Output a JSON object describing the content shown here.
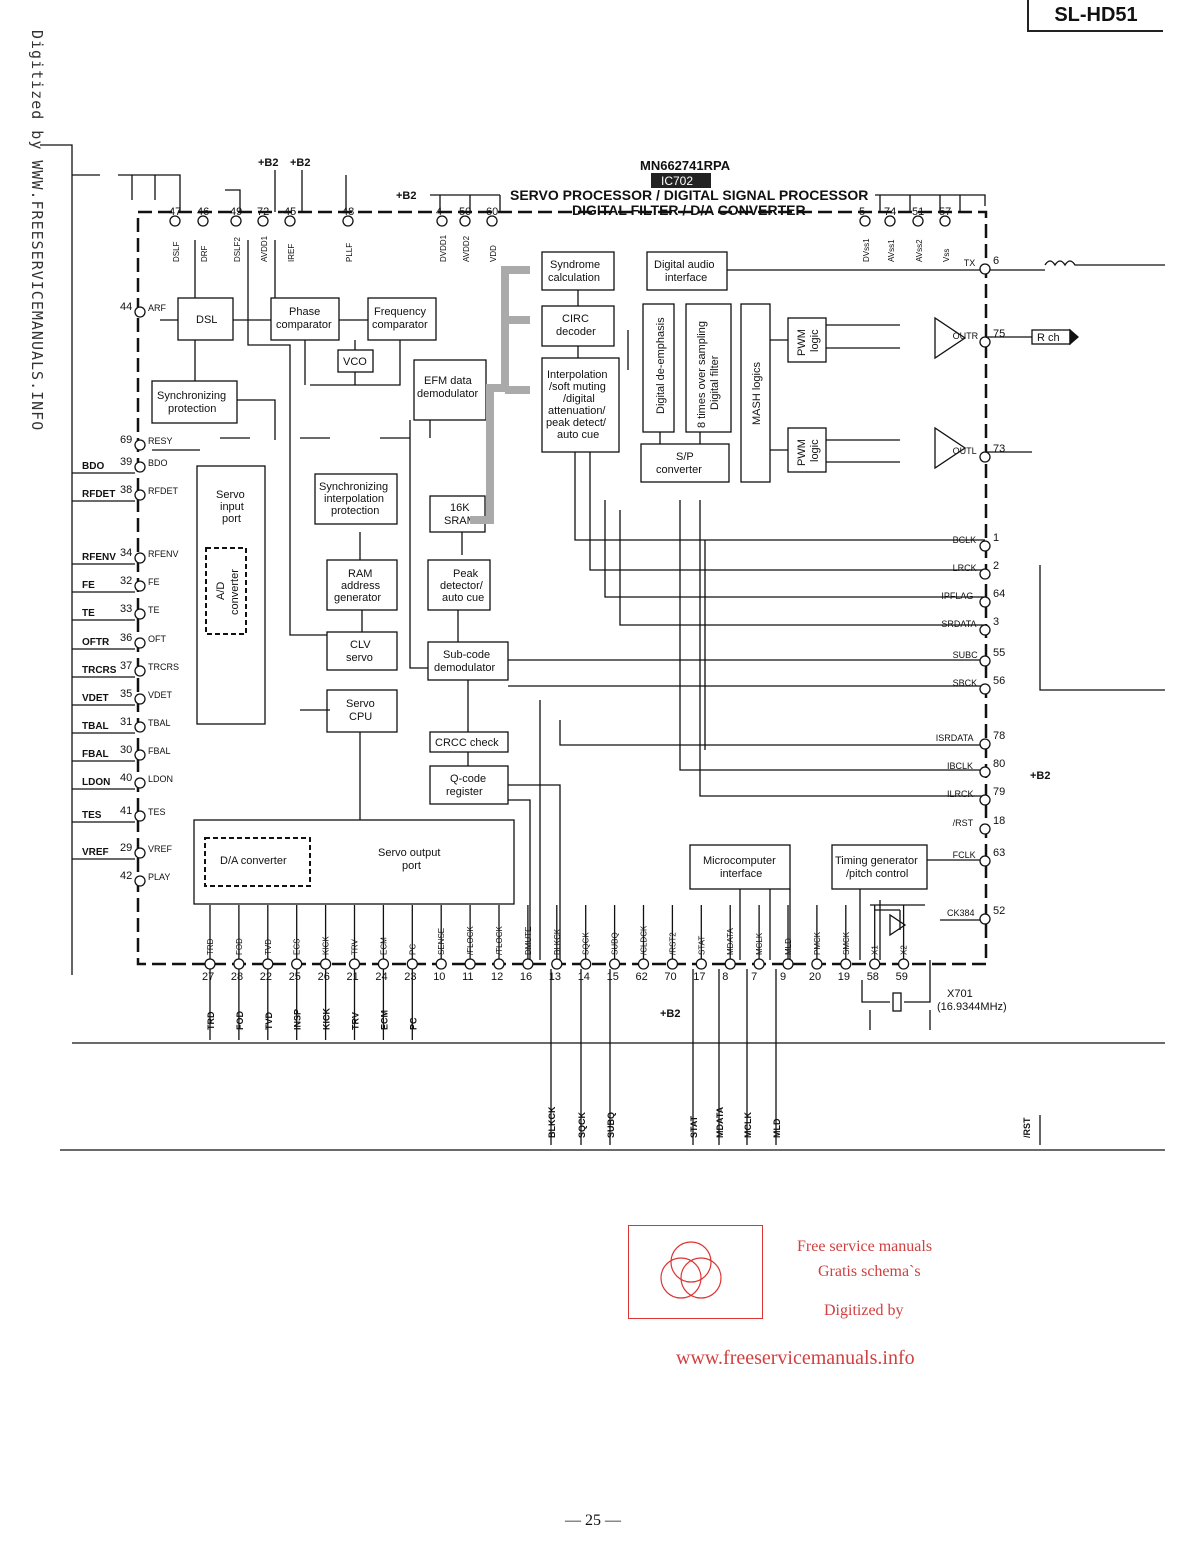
{
  "header": {
    "model": "SL-HD51",
    "side_text": "Digitized by WWW.FREESERVICEMANUALS.INFO"
  },
  "ic": {
    "part": "MN662741RPA",
    "ref": "IC702",
    "title1": "SERVO PROCESSOR / DIGITAL SIGNAL PROCESSOR",
    "title2": "DIGITAL FILTER / D/A CONVERTER",
    "supply": "+B2"
  },
  "blocks": {
    "dsl": "DSL",
    "phase1": "Phase",
    "phase2": "comparator",
    "freq1": "Frequency",
    "freq2": "comparator",
    "vco": "VCO",
    "sync1": "Synchronizing",
    "sync2": "protection",
    "efm1": "EFM data",
    "efm2": "demodulator",
    "syn1": "Syndrome",
    "syn2": "calculation",
    "circ1": "CIRC",
    "circ2": "decoder",
    "interp": [
      "Interpolation",
      "/soft muting",
      "/digital",
      "attenuation/",
      "peak detect/",
      "auto cue"
    ],
    "dai1": "Digital audio",
    "dai2": "interface",
    "deemph": "Digital de-emphasis",
    "oversamp1": "8 times over sampling",
    "oversamp2": "Digital filter",
    "mash": "MASH  logics",
    "pwm1": "PWM",
    "pwm2": "logic",
    "sp1": "S/P",
    "sp2": "converter",
    "syncinterp": [
      "Synchronizing",
      "interpolation",
      "protection"
    ],
    "sram1": "16K",
    "sram2": "SRAM",
    "servoin": [
      "Servo",
      "input",
      "port"
    ],
    "ad1": "A/D",
    "ad2": "converter",
    "ram": [
      "RAM",
      "address",
      "generator"
    ],
    "peak": [
      "Peak",
      "detector/",
      "auto cue"
    ],
    "clv1": "CLV",
    "clv2": "servo",
    "subcode1": "Sub-code",
    "subcode2": "demodulator",
    "cpu1": "Servo",
    "cpu2": "CPU",
    "crcc": "CRCC check",
    "qcode1": "Q-code",
    "qcode2": "register",
    "servoout1": "Servo output",
    "servoout2": "port",
    "da": "D/A converter",
    "micro1": "Microcomputer",
    "micro2": "interface",
    "timing1": "Timing generator",
    "timing2": "/pitch control"
  },
  "pins_top": [
    {
      "num": "47",
      "name": "DSLF"
    },
    {
      "num": "46",
      "name": "DRF"
    },
    {
      "num": "49",
      "name": "DSLF2"
    },
    {
      "num": "72",
      "name": "AVDD1"
    },
    {
      "num": "45",
      "name": "IREF"
    },
    {
      "num": "48",
      "name": "PLLF"
    },
    {
      "num": "4",
      "name": "DVDD1"
    },
    {
      "num": "50",
      "name": "AVDD2"
    },
    {
      "num": "60",
      "name": "VDD"
    },
    {
      "num": "5",
      "name": "DVss1"
    },
    {
      "num": "74",
      "name": "AVss1"
    },
    {
      "num": "51",
      "name": "AVss2"
    },
    {
      "num": "57",
      "name": "Vss"
    }
  ],
  "pins_left": [
    {
      "num": "44",
      "name": "ARF",
      "ext": ""
    },
    {
      "num": "69",
      "name": "RESY",
      "ext": ""
    },
    {
      "num": "39",
      "name": "BDO",
      "ext": "BDO"
    },
    {
      "num": "38",
      "name": "RFDET",
      "ext": "RFDET"
    },
    {
      "num": "34",
      "name": "RFENV",
      "ext": "RFENV"
    },
    {
      "num": "32",
      "name": "FE",
      "ext": "FE"
    },
    {
      "num": "33",
      "name": "TE",
      "ext": "TE"
    },
    {
      "num": "36",
      "name": "OFT",
      "ext": "OFTR"
    },
    {
      "num": "37",
      "name": "TRCRS",
      "ext": "TRCRS"
    },
    {
      "num": "35",
      "name": "VDET",
      "ext": "VDET"
    },
    {
      "num": "31",
      "name": "TBAL",
      "ext": "TBAL"
    },
    {
      "num": "30",
      "name": "FBAL",
      "ext": "FBAL"
    },
    {
      "num": "40",
      "name": "LDON",
      "ext": "LDON"
    },
    {
      "num": "41",
      "name": "TES",
      "ext": "TES"
    },
    {
      "num": "29",
      "name": "VREF",
      "ext": "VREF"
    },
    {
      "num": "42",
      "name": "PLAY",
      "ext": ""
    }
  ],
  "pins_right": [
    {
      "num": "6",
      "name": "TX"
    },
    {
      "num": "75",
      "name": "OUTR"
    },
    {
      "num": "73",
      "name": "OUTL"
    },
    {
      "num": "1",
      "name": "BCLK"
    },
    {
      "num": "2",
      "name": "LRCK"
    },
    {
      "num": "64",
      "name": "IPFLAG"
    },
    {
      "num": "3",
      "name": "SRDATA"
    },
    {
      "num": "55",
      "name": "SUBC"
    },
    {
      "num": "56",
      "name": "SBCK"
    },
    {
      "num": "78",
      "name": "ISRDATA"
    },
    {
      "num": "80",
      "name": "IBCLK"
    },
    {
      "num": "79",
      "name": "ILRCK"
    },
    {
      "num": "18",
      "name": "/RST"
    },
    {
      "num": "63",
      "name": "FCLK"
    },
    {
      "num": "52",
      "name": "CK384"
    }
  ],
  "pins_bottom": [
    {
      "num": "27",
      "name": "TRD"
    },
    {
      "num": "28",
      "name": "FOD"
    },
    {
      "num": "22",
      "name": "TVD"
    },
    {
      "num": "25",
      "name": "ECS"
    },
    {
      "num": "26",
      "name": "KICK"
    },
    {
      "num": "21",
      "name": "TRV"
    },
    {
      "num": "24",
      "name": "ECM"
    },
    {
      "num": "23",
      "name": "PC"
    },
    {
      "num": "10",
      "name": "SENSE"
    },
    {
      "num": "11",
      "name": "/FLOCK"
    },
    {
      "num": "12",
      "name": "/TLOCK"
    },
    {
      "num": "16",
      "name": "DMUTE"
    },
    {
      "num": "13",
      "name": "BLKCK"
    },
    {
      "num": "14",
      "name": "SQCK"
    },
    {
      "num": "15",
      "name": "SUBQ"
    },
    {
      "num": "62",
      "name": "/CLDCK"
    },
    {
      "num": "70",
      "name": "/RST2"
    },
    {
      "num": "17",
      "name": "STAT"
    },
    {
      "num": "8",
      "name": "MDATA"
    },
    {
      "num": "7",
      "name": "MCLK"
    },
    {
      "num": "9",
      "name": "MLD"
    },
    {
      "num": "20",
      "name": "PMCK"
    },
    {
      "num": "19",
      "name": "SMCK"
    },
    {
      "num": "58",
      "name": "X1"
    },
    {
      "num": "59",
      "name": "X2"
    }
  ],
  "bottom_ext": [
    "TRD",
    "FOD",
    "TVD",
    "INSP",
    "KICK",
    "TRV",
    "ECM",
    "PC"
  ],
  "lower_ext": [
    "BLKCK",
    "SQCK",
    "SUBQ",
    "STAT",
    "MDATA",
    "MCLK",
    "MLD",
    "/RST"
  ],
  "misc": {
    "rch": "R ch",
    "b2_right": "+B2",
    "b2_bottom": "+B2",
    "b2_top_a": "+B2",
    "b2_top_b": "+B2",
    "xtal_ref": "X701",
    "xtal_freq": "(16.9344MHz)"
  },
  "watermark": {
    "line1": "Free service manuals",
    "line2": "Gratis schema`s",
    "line3": "Digitized by",
    "url": "www.freeservicemanuals.info"
  },
  "page_number": "— 25 —"
}
